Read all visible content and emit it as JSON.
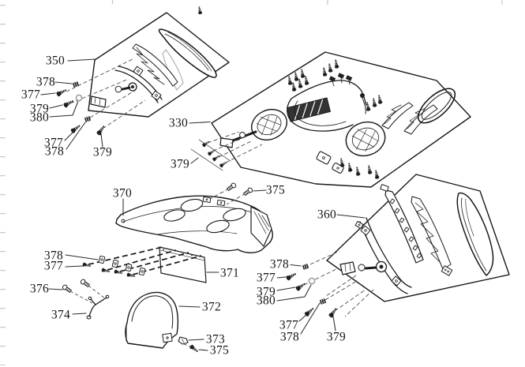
{
  "diagram": {
    "background_color": "#ffffff",
    "line_color": "#1a1a1a",
    "muted_part_color": "#b0b0b0",
    "washer_outline_color": "#9a9a9a",
    "ruler_tick_color": "#c9c9c9",
    "part_numbers": [
      "330",
      "350",
      "360",
      "370",
      "371",
      "372",
      "373",
      "374",
      "375",
      "376",
      "377",
      "378",
      "379",
      "380"
    ],
    "labels": [
      {
        "text": "350"
      },
      {
        "text": "378"
      },
      {
        "text": "377"
      },
      {
        "text": "379"
      },
      {
        "text": "380"
      },
      {
        "text": "377"
      },
      {
        "text": "378"
      },
      {
        "text": "379"
      },
      {
        "text": "330"
      },
      {
        "text": "379"
      },
      {
        "text": "375"
      },
      {
        "text": "370"
      },
      {
        "text": "378"
      },
      {
        "text": "377"
      },
      {
        "text": "376"
      },
      {
        "text": "374"
      },
      {
        "text": "371"
      },
      {
        "text": "372"
      },
      {
        "text": "373"
      },
      {
        "text": "375"
      },
      {
        "text": "360"
      },
      {
        "text": "378"
      },
      {
        "text": "377"
      },
      {
        "text": "379"
      },
      {
        "text": "380"
      },
      {
        "text": "377"
      },
      {
        "text": "378"
      },
      {
        "text": "379"
      }
    ]
  }
}
